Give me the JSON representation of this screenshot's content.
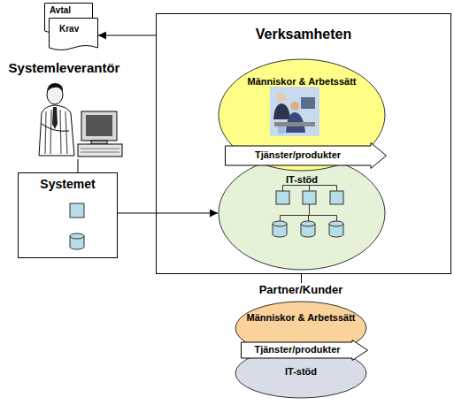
{
  "diagram": {
    "nodes": [
      {
        "text": [
          "Avtal"
        ]
      },
      {
        "text": [
          "Krav"
        ]
      },
      {
        "text": [
          "Systemet"
        ]
      },
      {
        "text": [
          "Verksamheten"
        ]
      },
      {
        "text": [
          "Människor & Arbetssätt"
        ],
        "in": 3
      },
      {
        "text": [
          "IT-stöd"
        ],
        "in": 3
      },
      {
        "text": [
          "Tjänster/produkter"
        ],
        "in": 3
      },
      {
        "text": [
          "Människor & Arbetssätt"
        ]
      },
      {
        "text": [
          "IT-stöd"
        ]
      },
      {
        "text": [
          "Tjänster/produkter"
        ]
      }
    ],
    "edges": [
      {
        "from": 3,
        "to": 1,
        "arrow": "to"
      },
      {
        "from": 2,
        "to": 5,
        "arrow": "to"
      }
    ],
    "labels": [
      "Systemleverantör",
      "Partner/Kunder"
    ]
  }
}
